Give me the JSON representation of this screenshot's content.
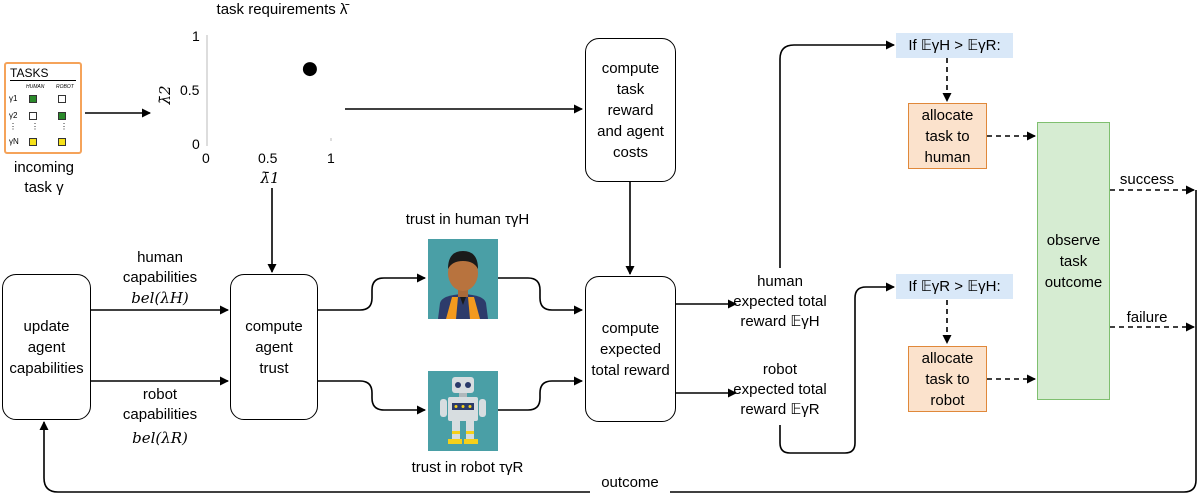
{
  "tasks_card": {
    "title": "TASKS",
    "col_human": "HUMAN",
    "col_robot": "ROBOT",
    "rows": [
      {
        "label": "γ1",
        "human": "green",
        "robot": "empty"
      },
      {
        "label": "γ2",
        "human": "empty",
        "robot": "green"
      },
      {
        "label": "⋮",
        "human": "⋮",
        "robot": "⋮"
      },
      {
        "label": "γN",
        "human": "yellow",
        "robot": "yellow"
      }
    ]
  },
  "incoming_task": "incoming\ntask γ",
  "plot": {
    "title": "task requirements λ̄",
    "ylabel": "λ̄2",
    "xlabel": "λ̄1",
    "y_ticks": [
      "1",
      "0.5",
      "0"
    ],
    "x_ticks": [
      "0",
      "0.5",
      "1"
    ]
  },
  "chart_data": {
    "type": "scatter",
    "title": "task requirements λ̄",
    "xlabel": "λ̄1",
    "ylabel": "λ̄2",
    "xlim": [
      0,
      1
    ],
    "ylim": [
      0,
      1
    ],
    "points": [
      {
        "x": 0.83,
        "y": 0.7
      }
    ]
  },
  "nodes": {
    "compute_reward": "compute\ntask\nreward\nand agent\ncosts",
    "update_capabilities": "update\nagent\ncapabilities",
    "compute_trust": "compute\nagent\ntrust",
    "compute_expected": "compute\nexpected\ntotal reward",
    "allocate_human": "allocate\ntask to\nhuman",
    "allocate_robot": "allocate\ntask to\nrobot",
    "observe": "observe\ntask\noutcome"
  },
  "labels": {
    "human_capabilities": "human\ncapabilities",
    "human_bel": "bel(λH)",
    "robot_capabilities": "robot\ncapabilities",
    "robot_bel": "bel(λR)",
    "trust_human": "trust in human τγH",
    "trust_robot": "trust in robot τγR",
    "human_expected": "human\nexpected total\nreward 𝔼γH",
    "robot_expected": "robot\nexpected total\nreward 𝔼γR",
    "cond_human": "If 𝔼γH > 𝔼γR:",
    "cond_robot": "If 𝔼γR > 𝔼γH:",
    "success": "success",
    "failure": "failure",
    "outcome": "outcome"
  },
  "colors": {
    "tasks_border": "#f5a35a",
    "allocate_fill": "#fbe2cc",
    "allocate_border": "#e0883a",
    "observe_fill": "#d6ecd2",
    "observe_border": "#7fbf6f",
    "condition_fill": "#d9e8f8",
    "portrait_bg": "#4a9fa6"
  }
}
